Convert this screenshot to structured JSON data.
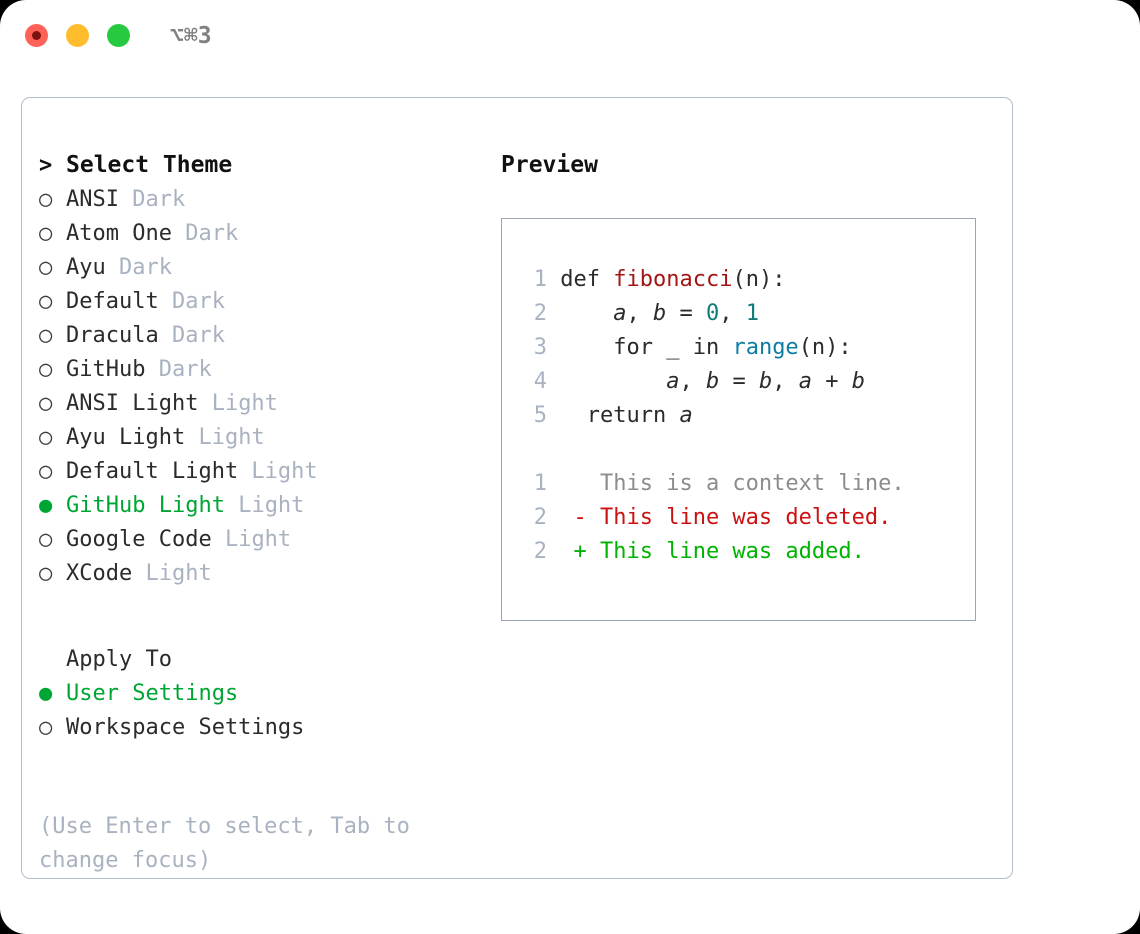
{
  "window": {
    "shortcut": "⌥⌘3",
    "controls": [
      {
        "name": "close",
        "color": "#ff6057"
      },
      {
        "name": "minimize",
        "color": "#ffbd2e"
      },
      {
        "name": "zoom",
        "color": "#26c940"
      }
    ]
  },
  "theme_picker": {
    "heading": "Select Theme",
    "caret": ">",
    "bullet_selected": "●",
    "bullet_unselected": "○",
    "items": [
      {
        "label": "ANSI",
        "suffix": "Dark",
        "selected": false
      },
      {
        "label": "Atom One",
        "suffix": "Dark",
        "selected": false
      },
      {
        "label": "Ayu",
        "suffix": "Dark",
        "selected": false
      },
      {
        "label": "Default",
        "suffix": "Dark",
        "selected": false
      },
      {
        "label": "Dracula",
        "suffix": "Dark",
        "selected": false
      },
      {
        "label": "GitHub",
        "suffix": "Dark",
        "selected": false
      },
      {
        "label": "ANSI Light",
        "suffix": "Light",
        "selected": false
      },
      {
        "label": "Ayu Light",
        "suffix": "Light",
        "selected": false
      },
      {
        "label": "Default Light",
        "suffix": "Light",
        "selected": false
      },
      {
        "label": "GitHub Light",
        "suffix": "Light",
        "selected": true
      },
      {
        "label": "Google Code",
        "suffix": "Light",
        "selected": false
      },
      {
        "label": "XCode",
        "suffix": "Light",
        "selected": false
      }
    ]
  },
  "apply_to": {
    "heading": "Apply To",
    "items": [
      {
        "label": "User Settings",
        "selected": true
      },
      {
        "label": "Workspace Settings",
        "selected": false
      }
    ]
  },
  "help_text": "(Use Enter to select, Tab to change focus)",
  "preview": {
    "title": "Preview",
    "code_lines": [
      {
        "num": "1",
        "indent": "",
        "parts": [
          {
            "t": "def ",
            "c": "plain"
          },
          {
            "t": "fibonacci",
            "c": "fn"
          },
          {
            "t": "(n):",
            "c": "plain"
          }
        ]
      },
      {
        "num": "2",
        "indent": "    ",
        "parts": [
          {
            "t": "a",
            "c": "var"
          },
          {
            "t": ", ",
            "c": "plain"
          },
          {
            "t": "b",
            "c": "var"
          },
          {
            "t": " = ",
            "c": "plain"
          },
          {
            "t": "0",
            "c": "num"
          },
          {
            "t": ", ",
            "c": "plain"
          },
          {
            "t": "1",
            "c": "num"
          }
        ]
      },
      {
        "num": "3",
        "indent": "    ",
        "parts": [
          {
            "t": "for _ in ",
            "c": "plain"
          },
          {
            "t": "range",
            "c": "call"
          },
          {
            "t": "(n):",
            "c": "plain"
          }
        ]
      },
      {
        "num": "4",
        "indent": "        ",
        "parts": [
          {
            "t": "a",
            "c": "var"
          },
          {
            "t": ", ",
            "c": "plain"
          },
          {
            "t": "b",
            "c": "var"
          },
          {
            "t": " = ",
            "c": "plain"
          },
          {
            "t": "b",
            "c": "var"
          },
          {
            "t": ", ",
            "c": "plain"
          },
          {
            "t": "a",
            "c": "var"
          },
          {
            "t": " + ",
            "c": "plain"
          },
          {
            "t": "b",
            "c": "var"
          }
        ]
      },
      {
        "num": "5",
        "indent": "  ",
        "parts": [
          {
            "t": "return ",
            "c": "plain"
          },
          {
            "t": "a",
            "c": "var"
          }
        ]
      }
    ],
    "diff_lines": [
      {
        "num": "1",
        "sign": " ",
        "text": "This is a context line.",
        "kind": "ctx"
      },
      {
        "num": "2",
        "sign": "-",
        "text": "This line was deleted.",
        "kind": "del"
      },
      {
        "num": "2",
        "sign": "+",
        "text": "This line was added.",
        "kind": "add"
      }
    ]
  },
  "colors": {
    "accent_green": "#00a633",
    "muted": "#a9b2c0",
    "diff_delete": "#cc1111",
    "diff_add": "#00b300",
    "fn_name": "#a31515",
    "fn_call": "#0d7ea3",
    "number": "#0f7c78"
  }
}
